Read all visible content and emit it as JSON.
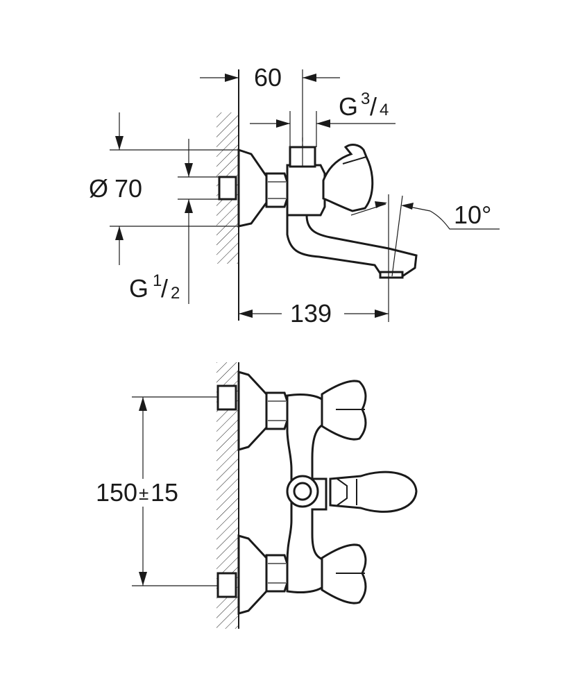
{
  "dimensions": {
    "d60": "60",
    "g34_main": "G",
    "g34_num": "3",
    "g34_slash": "/",
    "g34_den": "4",
    "dia_symbol": "Ø",
    "dia_value": "70",
    "angle": "10°",
    "g12_main": "G",
    "g12_num": "1",
    "g12_slash": "/",
    "g12_den": "2",
    "d139": "139",
    "d150": "150",
    "pm": "±",
    "d15": "15"
  }
}
